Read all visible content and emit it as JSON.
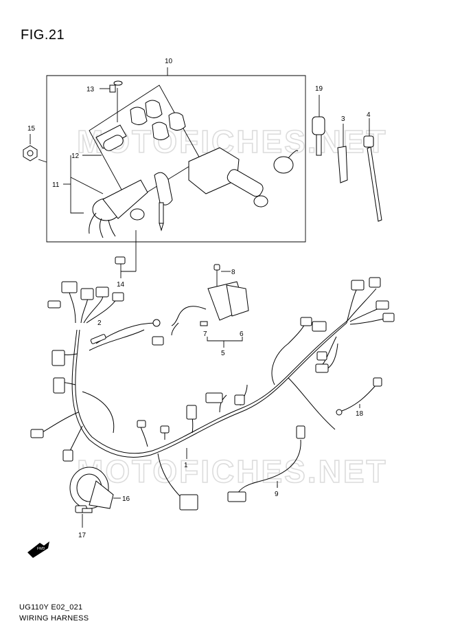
{
  "figure": {
    "title": "FIG.21",
    "code": "UG110Y E02_021",
    "name": "WIRING HARNESS"
  },
  "watermark": {
    "text": "MOTOFICHES.NET"
  },
  "callouts": {
    "c1": "1",
    "c2": "2",
    "c3": "3",
    "c4": "4",
    "c5": "5",
    "c6": "6",
    "c7": "7",
    "c8": "8",
    "c9": "9",
    "c10": "10",
    "c11": "11",
    "c12": "12",
    "c13": "13",
    "c14": "14",
    "c15": "15",
    "c16": "16",
    "c17": "17",
    "c18": "18",
    "c19": "19"
  },
  "icons": {
    "fwd_arrow": "fwd-arrow-icon",
    "fwd_text": "FWD"
  }
}
